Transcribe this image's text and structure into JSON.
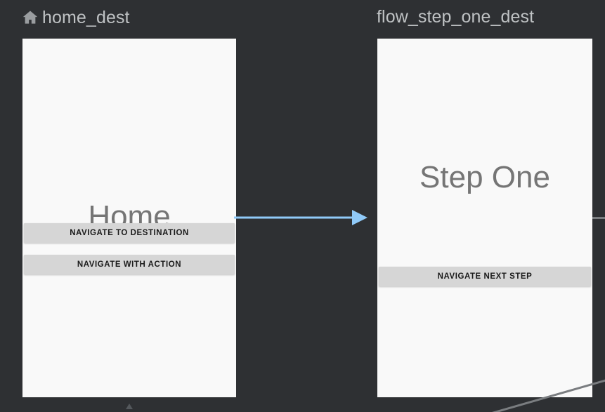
{
  "editor": {
    "background_color": "#2e3033",
    "frame_color": "#f9f9f9",
    "accent_arrow_color": "#90caf9",
    "label_color": "#bfc2c4",
    "screen_title_color": "#757575",
    "button_color": "#d6d6d6"
  },
  "destinations": [
    {
      "id": "home_dest",
      "label": "home_dest",
      "icon": "home-icon",
      "is_start_destination": true,
      "screen_title": "Home",
      "buttons": [
        {
          "label": "NAVIGATE TO DESTINATION"
        },
        {
          "label": "NAVIGATE WITH ACTION"
        }
      ]
    },
    {
      "id": "flow_step_one_dest",
      "label": "flow_step_one_dest",
      "icon": "",
      "is_start_destination": false,
      "screen_title": "Step One",
      "buttons": [
        {
          "label": "NAVIGATE NEXT STEP"
        }
      ]
    }
  ],
  "connections": [
    {
      "name": "home-to-step-one-action",
      "from": "home_dest",
      "to": "flow_step_one_dest",
      "color": "#90caf9"
    }
  ]
}
